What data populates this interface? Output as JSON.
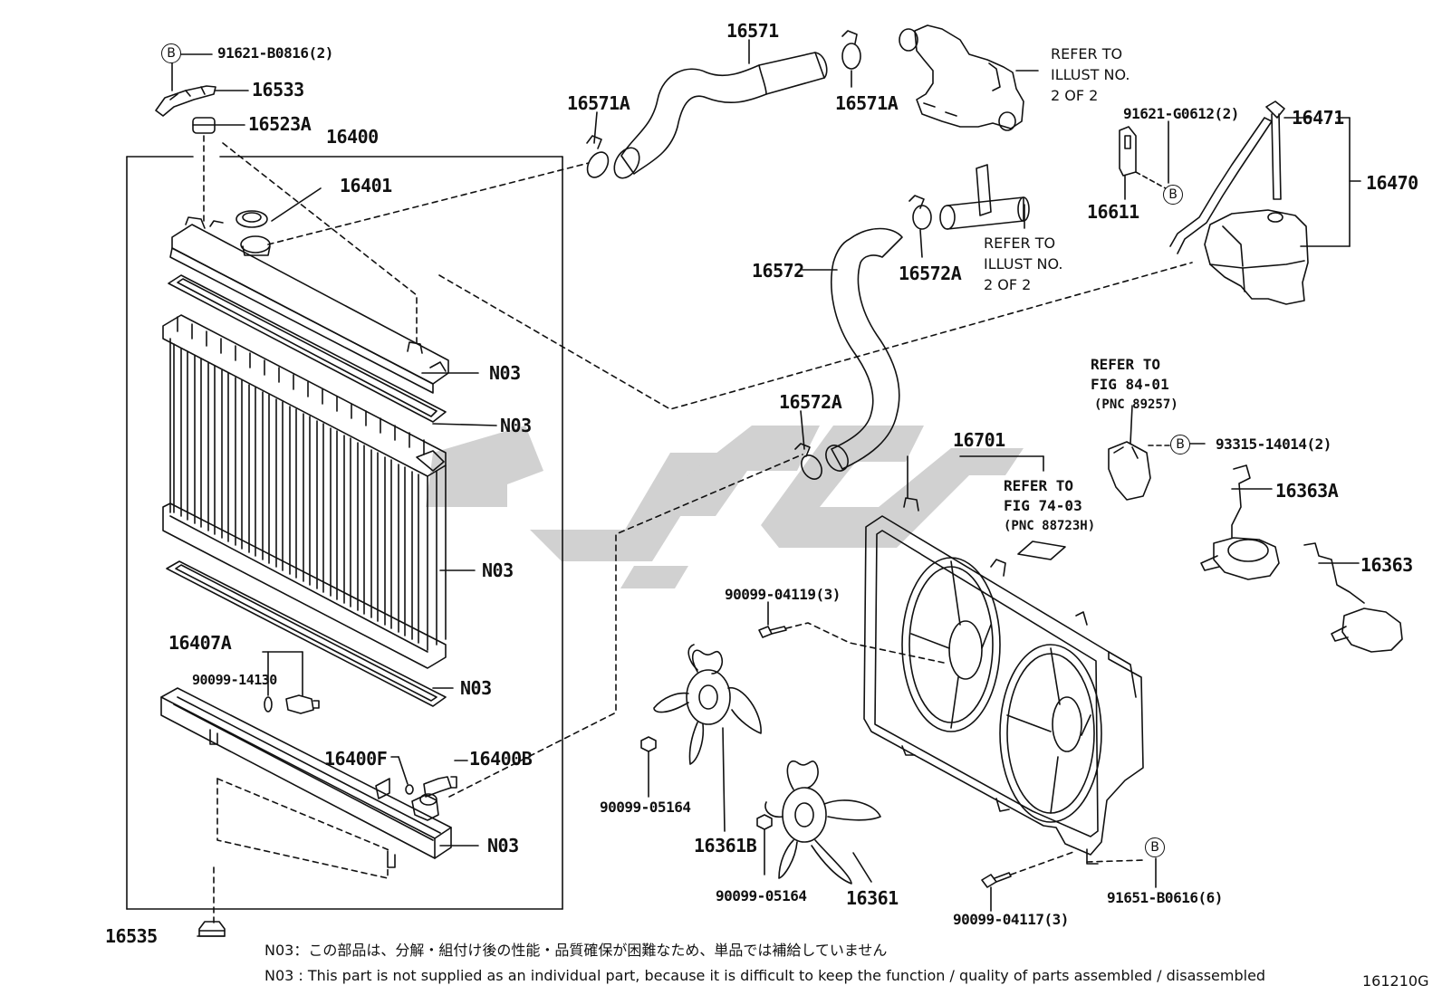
{
  "labels": {
    "p91621_b0816": "91621-B0816(2)",
    "p16533": "16533",
    "p16523a": "16523A",
    "p16400": "16400",
    "p16401": "16401",
    "n03_1": "N03",
    "n03_2": "N03",
    "n03_3": "N03",
    "n03_4": "N03",
    "n03_5": "N03",
    "p16407a": "16407A",
    "p90099_14130": "90099-14130",
    "p16400f": "16400F",
    "p16400b": "16400B",
    "p16535": "16535",
    "p16571": "16571",
    "p16571a_l": "16571A",
    "p16571a_r": "16571A",
    "p16572": "16572",
    "p16572a_top": "16572A",
    "p16572a_bot": "16572A",
    "p91621_g0612": "91621-G0612(2)",
    "p16471": "16471",
    "p16470": "16470",
    "p16611": "16611",
    "p93315": "93315-14014(2)",
    "p16363a": "16363A",
    "p16363": "16363",
    "p16701": "16701",
    "p90099_04119": "90099-04119(3)",
    "p90099_05164_a": "90099-05164",
    "p16361b": "16361B",
    "p90099_05164_b": "90099-05164",
    "p16361": "16361",
    "p90099_04117": "90099-04117(3)",
    "p91651": "91651-B0616(6)",
    "b_marker": "B"
  },
  "refs": {
    "illust_a": [
      "REFER TO",
      "ILLUST NO.",
      "2 OF 2"
    ],
    "illust_b": [
      "REFER TO",
      "ILLUST NO.",
      "2 OF 2"
    ],
    "fig84": [
      "REFER TO",
      "FIG 84-01",
      "(PNC 89257)"
    ],
    "fig74": [
      "REFER TO",
      "FIG 74-03",
      "(PNC 88723H)"
    ]
  },
  "notes": {
    "jp": "N03：この部品は、分解・組付け後の性能・品質確保が困難なため、単品では補給していません",
    "en": "N03 : This part is not supplied as an individual part, because it is difficult to keep the function / quality of parts assembled / disassembled"
  },
  "figure_id": "161210G",
  "colors": {
    "ink": "#111111",
    "watermark": "#c8c8c8"
  }
}
